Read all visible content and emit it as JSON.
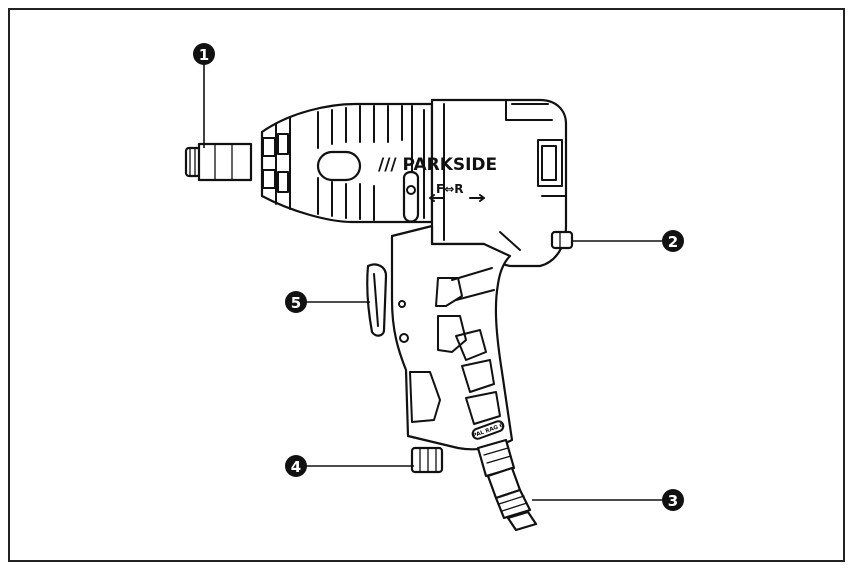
{
  "diagram": {
    "brand_text": "/// PARKSIDE",
    "direction_label": "F⇔R",
    "handle_label": "PAL RAG 6",
    "callouts": [
      {
        "number": "1"
      },
      {
        "number": "2"
      },
      {
        "number": "3"
      },
      {
        "number": "4"
      },
      {
        "number": "5"
      }
    ]
  }
}
